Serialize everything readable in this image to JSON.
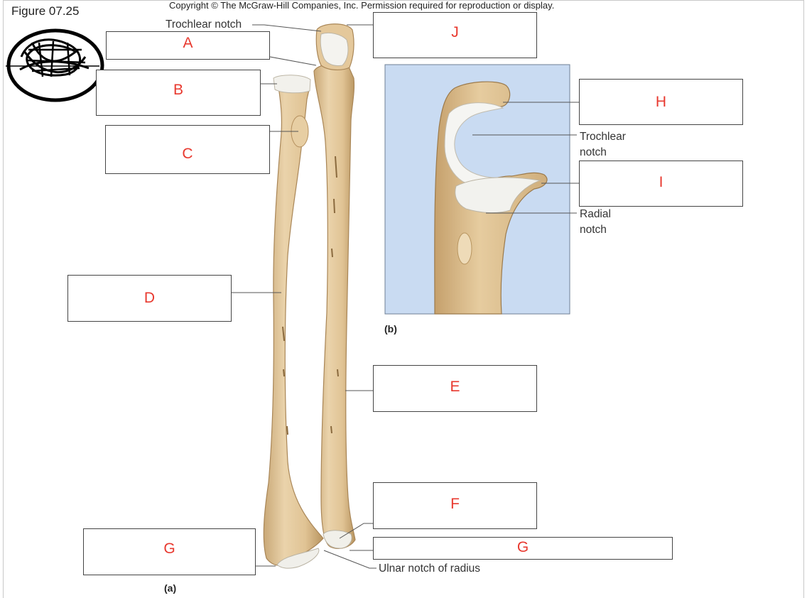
{
  "figure_title": "Figure 07.25",
  "copyright": "Copyright © The McGraw-Hill Companies, Inc. Permission required for reproduction or display.",
  "labels": {
    "trochlear_notch_a": "Trochlear notch",
    "trochlear_notch_b_line1": "Trochlear",
    "trochlear_notch_b_line2": "notch",
    "radial_notch_line1": "Radial",
    "radial_notch_line2": "notch",
    "ulnar_notch": "Ulnar notch of radius"
  },
  "panels": {
    "a": "(a)",
    "b": "(b)"
  },
  "answer_boxes": {
    "A": "A",
    "B": "B",
    "C": "C",
    "D": "D",
    "E": "E",
    "F": "F",
    "G_left": "G",
    "G_right": "G",
    "H": "H",
    "I": "I",
    "J": "J"
  },
  "colors": {
    "box_letter": "#e8392f",
    "bone": "#e2c9a0",
    "bone_shadow": "#b99767",
    "cartilage": "#f3f3f0",
    "inset_background": "#c9dbf2"
  }
}
